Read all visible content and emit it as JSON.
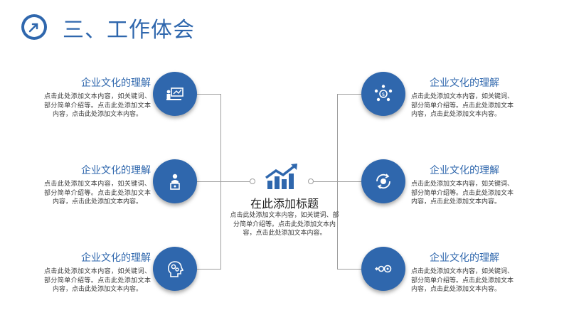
{
  "header": {
    "title": "三、工作体会"
  },
  "items": [
    {
      "title": "企业文化的理解",
      "body": "点击此处添加文本内容，如关键词、部分简单介绍等。点击此处添加文本内容，点击此处添加文本内容。",
      "icon": "presentation-icon"
    },
    {
      "title": "企业文化的理解",
      "body": "点击此处添加文本内容，如关键词、部分简单介绍等。点击此处添加文本内容，点击此处添加文本内容。",
      "icon": "speaker-podium-icon"
    },
    {
      "title": "企业文化的理解",
      "body": "点击此处添加文本内容，如关键词、部分简单介绍等。点击此处添加文本内容，点击此处添加文本内容。",
      "icon": "head-gears-icon"
    },
    {
      "title": "企业文化的理解",
      "body": "点击此处添加文本内容，如关键词、部分简单介绍等。点击此处添加文本内容，点击此处添加文本内容。",
      "icon": "money-network-icon"
    },
    {
      "title": "企业文化的理解",
      "body": "点击此处添加文本内容，如关键词、部分简单介绍等。点击此处添加文本内容，点击此处添加文本内容。",
      "icon": "coin-cycle-icon"
    },
    {
      "title": "企业文化的理解",
      "body": "点击此处添加文本内容，如关键词、部分简单介绍等。点击此处添加文本内容，点击此处添加文本内容。",
      "icon": "gears-chain-icon"
    }
  ],
  "center": {
    "title": "在此添加标题",
    "body": "点击此处添加文本内容，如关键词、部分简单介绍等。点击此处添加文本内容，点击此处添加文本内容。",
    "icon": "growth-chart-icon"
  },
  "colors": {
    "accent": "#2f67ad",
    "line": "#9e9e9e"
  }
}
